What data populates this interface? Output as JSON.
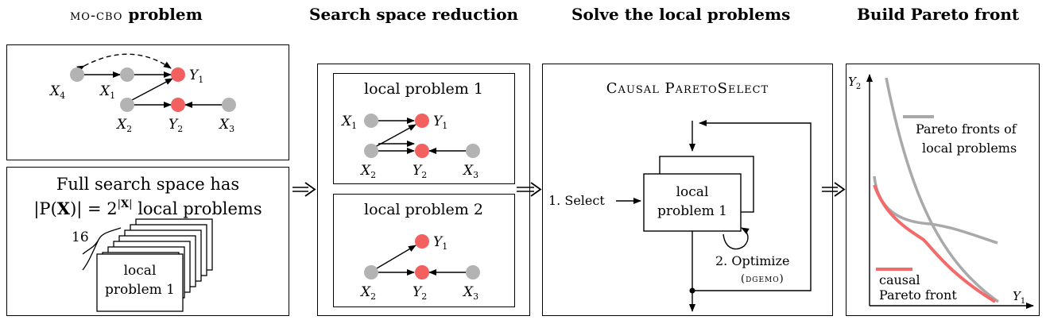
{
  "headers": {
    "col1_prefix": "mo-cbo",
    "col1_suffix": "problem",
    "col2": "Search space reduction",
    "col3": "Solve the local problems",
    "col4": "Build Pareto front"
  },
  "panel1": {
    "nodes": {
      "x4": "X",
      "x4_sub": "4",
      "x1": "X",
      "x1_sub": "1",
      "y1": "Y",
      "y1_sub": "1",
      "x2": "X",
      "x2_sub": "2",
      "y2": "Y",
      "y2_sub": "2",
      "x3": "X",
      "x3_sub": "3"
    }
  },
  "panel2": {
    "line1": "Full search space has",
    "line2_a": "|P(",
    "line2_b": "X",
    "line2_c": ")| = 2",
    "line2_sup_a": "|",
    "line2_sup_b": "X",
    "line2_sup_c": "|",
    "line2_d": " local problems",
    "count": "16",
    "card_line1": "local",
    "card_line2": "problem 1"
  },
  "local1": {
    "title": "local problem 1"
  },
  "local2": {
    "title": "local problem 2"
  },
  "solver": {
    "title": "Causal ParetoSelect",
    "select_label": "1. Select",
    "box_line1": "local",
    "box_line2": "problem 1",
    "optimize_label": "2. Optimize",
    "optimize_sub": "(dgemo)"
  },
  "pareto": {
    "y_label": "Y",
    "y_sub": "2",
    "x_label": "Y",
    "x_sub": "1",
    "legend_gray_1": "Pareto fronts of",
    "legend_gray_2": "local problems",
    "legend_red_1": "causal",
    "legend_red_2": "Pareto front",
    "colors": {
      "gray": "#a9a9a9",
      "red": "#f26a6a"
    }
  },
  "colors": {
    "node_gray": "#b3b3b3",
    "node_red": "#f26060"
  }
}
